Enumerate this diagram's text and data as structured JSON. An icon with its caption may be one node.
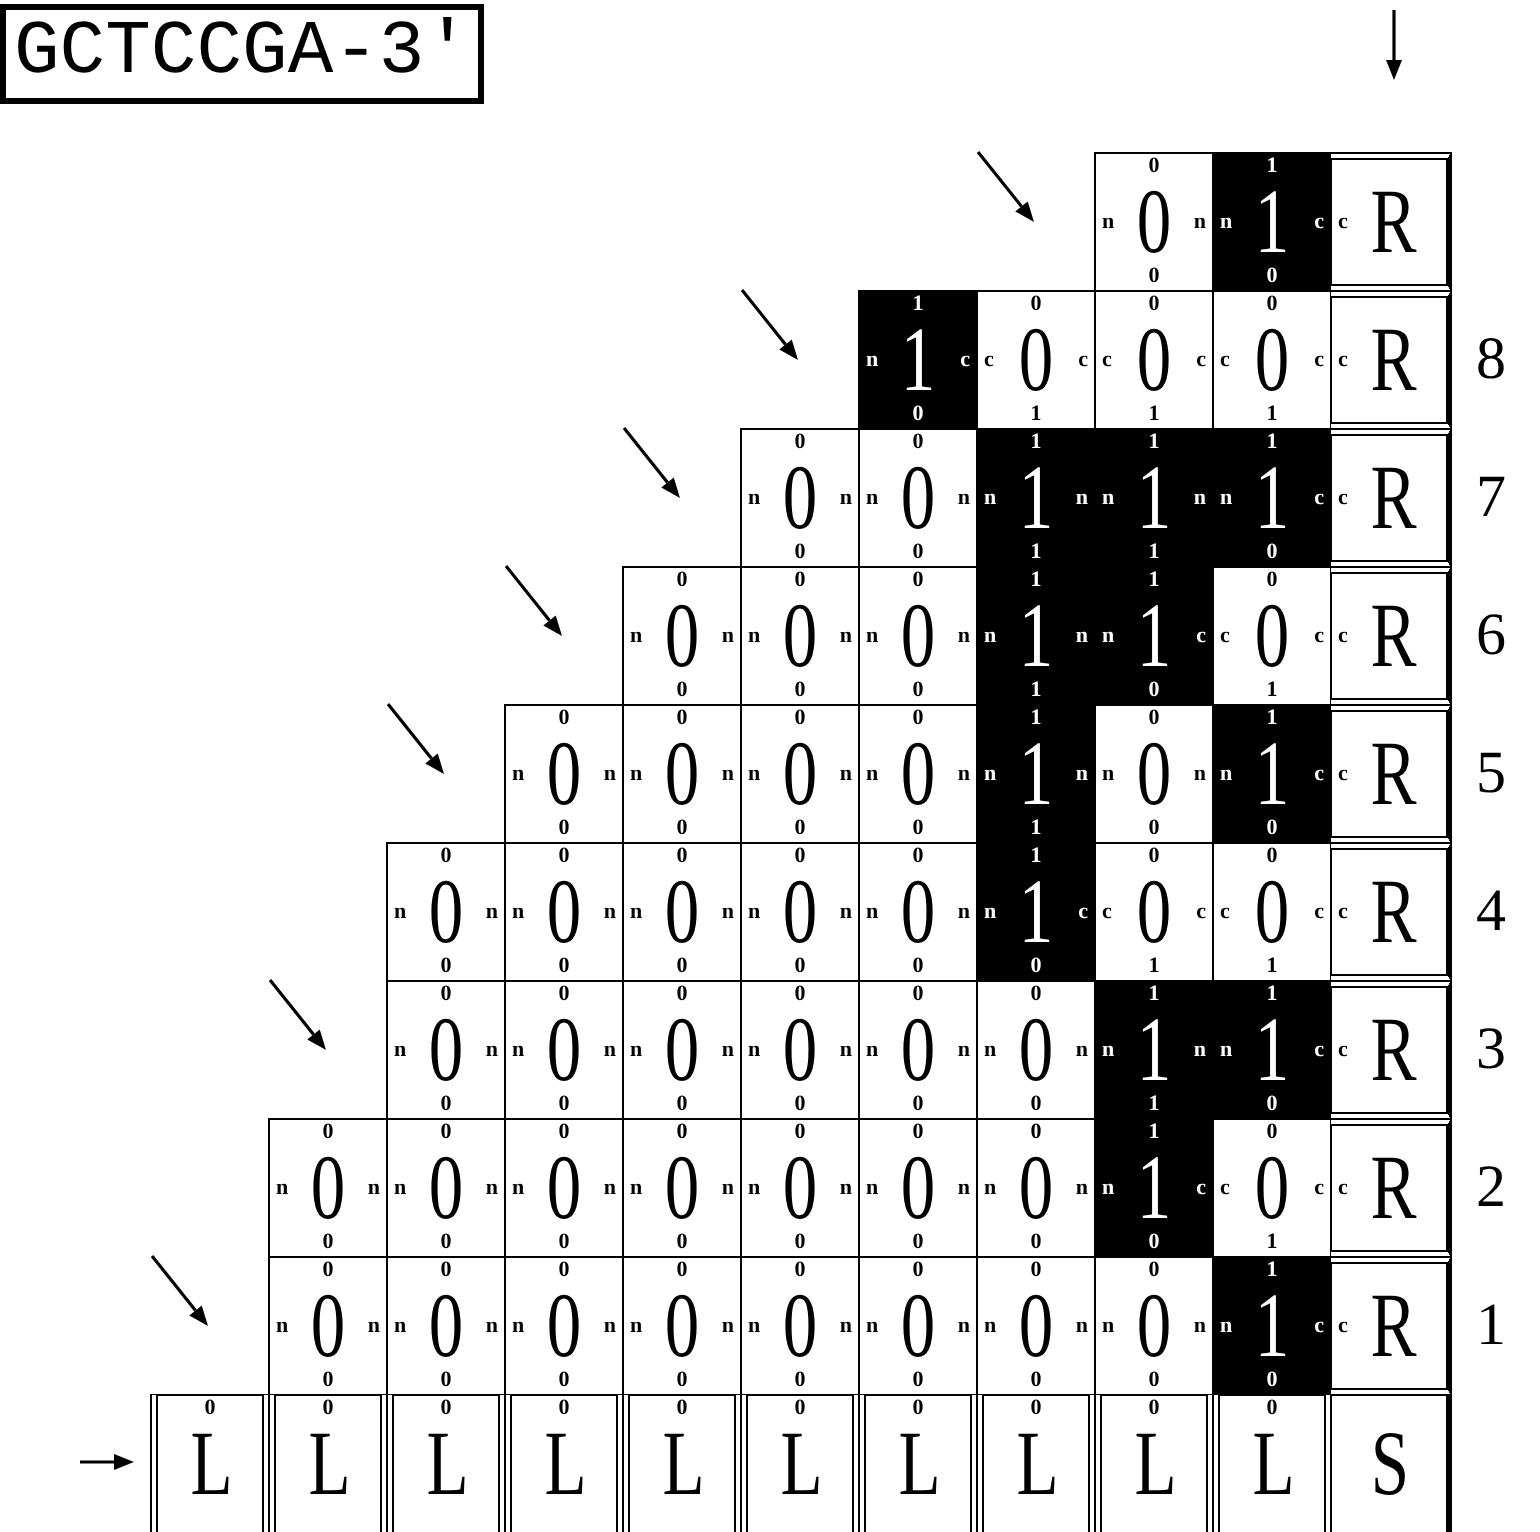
{
  "diagram": {
    "nodes": [
      {
        "text": [
          "GCTCCGA-3′"
        ]
      },
      {
        "text": [
          "0",
          "n",
          "0",
          "n",
          "0"
        ]
      },
      {
        "text": [
          "1",
          "n",
          "1",
          "c",
          "0"
        ]
      },
      {
        "text": [
          "c",
          "R"
        ]
      },
      {
        "text": [
          "1",
          "n",
          "1",
          "c",
          "0"
        ]
      },
      {
        "text": [
          "0",
          "c",
          "0",
          "c",
          "1"
        ]
      },
      {
        "text": [
          "0",
          "c",
          "0",
          "c",
          "1"
        ]
      },
      {
        "text": [
          "0",
          "c",
          "0",
          "c",
          "1"
        ]
      },
      {
        "text": [
          "c",
          "R"
        ]
      },
      {
        "text": [
          "0",
          "n",
          "0",
          "n",
          "0"
        ]
      },
      {
        "text": [
          "0",
          "n",
          "0",
          "n",
          "0"
        ]
      },
      {
        "text": [
          "1",
          "n",
          "1",
          "n",
          "1"
        ]
      },
      {
        "text": [
          "1",
          "n",
          "1",
          "n",
          "1"
        ]
      },
      {
        "text": [
          "1",
          "n",
          "1",
          "c",
          "0"
        ]
      },
      {
        "text": [
          "c",
          "R"
        ]
      },
      {
        "text": [
          "0",
          "n",
          "0",
          "n",
          "0"
        ]
      },
      {
        "text": [
          "0",
          "n",
          "0",
          "n",
          "0"
        ]
      },
      {
        "text": [
          "0",
          "n",
          "0",
          "n",
          "0"
        ]
      },
      {
        "text": [
          "1",
          "n",
          "1",
          "n",
          "1"
        ]
      },
      {
        "text": [
          "1",
          "n",
          "1",
          "c",
          "0"
        ]
      },
      {
        "text": [
          "0",
          "c",
          "0",
          "c",
          "1"
        ]
      },
      {
        "text": [
          "c",
          "R"
        ]
      },
      {
        "text": [
          "0",
          "n",
          "0",
          "n",
          "0"
        ]
      },
      {
        "text": [
          "0",
          "n",
          "0",
          "n",
          "0"
        ]
      },
      {
        "text": [
          "0",
          "n",
          "0",
          "n",
          "0"
        ]
      },
      {
        "text": [
          "0",
          "n",
          "0",
          "n",
          "0"
        ]
      },
      {
        "text": [
          "1",
          "n",
          "1",
          "n",
          "1"
        ]
      },
      {
        "text": [
          "0",
          "n",
          "0",
          "n",
          "0"
        ]
      },
      {
        "text": [
          "1",
          "n",
          "1",
          "c",
          "0"
        ]
      },
      {
        "text": [
          "c",
          "R"
        ]
      },
      {
        "text": [
          "0",
          "n",
          "0",
          "n",
          "0"
        ]
      },
      {
        "text": [
          "0",
          "n",
          "0",
          "n",
          "0"
        ]
      },
      {
        "text": [
          "0",
          "n",
          "0",
          "n",
          "0"
        ]
      },
      {
        "text": [
          "0",
          "n",
          "0",
          "n",
          "0"
        ]
      },
      {
        "text": [
          "0",
          "n",
          "0",
          "n",
          "0"
        ]
      },
      {
        "text": [
          "1",
          "n",
          "1",
          "c",
          "0"
        ]
      },
      {
        "text": [
          "0",
          "c",
          "0",
          "c",
          "1"
        ]
      },
      {
        "text": [
          "0",
          "c",
          "0",
          "c",
          "1"
        ]
      },
      {
        "text": [
          "c",
          "R"
        ]
      },
      {
        "text": [
          "0",
          "n",
          "0",
          "n",
          "0"
        ]
      },
      {
        "text": [
          "0",
          "n",
          "0",
          "n",
          "0"
        ]
      },
      {
        "text": [
          "0",
          "n",
          "0",
          "n",
          "0"
        ]
      },
      {
        "text": [
          "0",
          "n",
          "0",
          "n",
          "0"
        ]
      },
      {
        "text": [
          "0",
          "n",
          "0",
          "n",
          "0"
        ]
      },
      {
        "text": [
          "0",
          "n",
          "0",
          "n",
          "0"
        ]
      },
      {
        "text": [
          "1",
          "n",
          "1",
          "n",
          "1"
        ]
      },
      {
        "text": [
          "1",
          "n",
          "1",
          "c",
          "0"
        ]
      },
      {
        "text": [
          "c",
          "R"
        ]
      },
      {
        "text": [
          "0",
          "n",
          "0",
          "n",
          "0"
        ]
      },
      {
        "text": [
          "0",
          "n",
          "0",
          "n",
          "0"
        ]
      },
      {
        "text": [
          "0",
          "n",
          "0",
          "n",
          "0"
        ]
      },
      {
        "text": [
          "0",
          "n",
          "0",
          "n",
          "0"
        ]
      },
      {
        "text": [
          "0",
          "n",
          "0",
          "n",
          "0"
        ]
      },
      {
        "text": [
          "0",
          "n",
          "0",
          "n",
          "0"
        ]
      },
      {
        "text": [
          "0",
          "n",
          "0",
          "n",
          "0"
        ]
      },
      {
        "text": [
          "1",
          "n",
          "1",
          "c",
          "0"
        ]
      },
      {
        "text": [
          "0",
          "c",
          "0",
          "c",
          "1"
        ]
      },
      {
        "text": [
          "c",
          "R"
        ]
      },
      {
        "text": [
          "0",
          "n",
          "0",
          "n",
          "0"
        ]
      },
      {
        "text": [
          "0",
          "n",
          "0",
          "n",
          "0"
        ]
      },
      {
        "text": [
          "0",
          "n",
          "0",
          "n",
          "0"
        ]
      },
      {
        "text": [
          "0",
          "n",
          "0",
          "n",
          "0"
        ]
      },
      {
        "text": [
          "0",
          "n",
          "0",
          "n",
          "0"
        ]
      },
      {
        "text": [
          "0",
          "n",
          "0",
          "n",
          "0"
        ]
      },
      {
        "text": [
          "0",
          "n",
          "0",
          "n",
          "0"
        ]
      },
      {
        "text": [
          "0",
          "n",
          "0",
          "n",
          "0"
        ]
      },
      {
        "text": [
          "1",
          "n",
          "1",
          "c",
          "0"
        ]
      },
      {
        "text": [
          "c",
          "R"
        ]
      },
      {
        "text": [
          "0",
          "L"
        ]
      },
      {
        "text": [
          "0",
          "L"
        ]
      },
      {
        "text": [
          "0",
          "L"
        ]
      },
      {
        "text": [
          "0",
          "L"
        ]
      },
      {
        "text": [
          "0",
          "L"
        ]
      },
      {
        "text": [
          "0",
          "L"
        ]
      },
      {
        "text": [
          "0",
          "L"
        ]
      },
      {
        "text": [
          "0",
          "L"
        ]
      },
      {
        "text": [
          "0",
          "L"
        ]
      },
      {
        "text": [
          "0",
          "L"
        ]
      },
      {
        "text": [
          "S"
        ]
      }
    ],
    "labels": [
      "8",
      "7",
      "6",
      "5",
      "4",
      "3",
      "2",
      "1"
    ]
  }
}
